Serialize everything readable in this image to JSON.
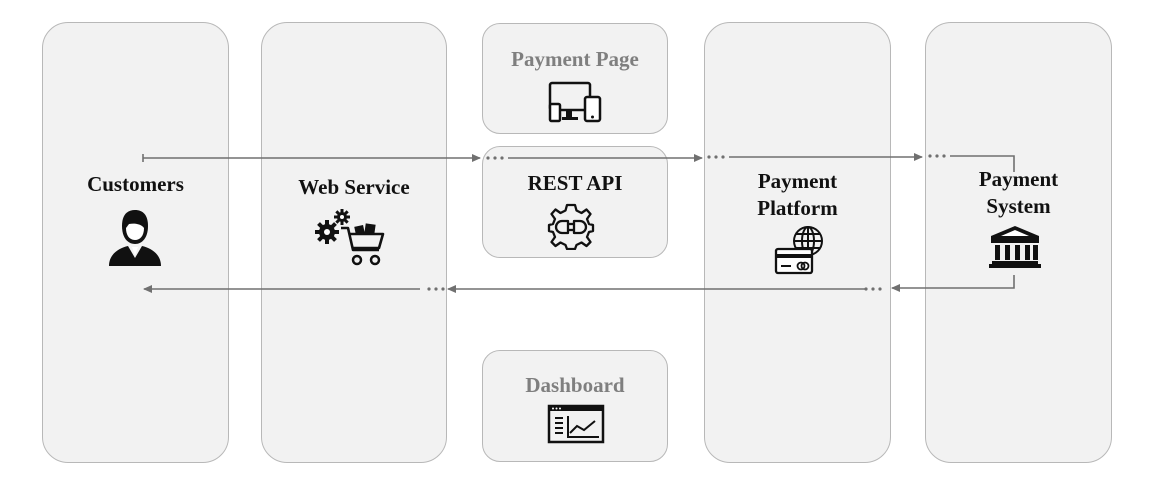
{
  "lanes": {
    "customers": "Customers",
    "web_service": "Web Service",
    "payment_platform": "Payment\nPlatform",
    "payment_system": "Payment\nSystem"
  },
  "boxes": {
    "payment_page": "Payment Page",
    "rest_api": "REST API",
    "dashboard": "Dashboard"
  },
  "icons": {
    "customers": "user-icon",
    "web_service": "gears-cart-icon",
    "payment_page": "devices-icon",
    "rest_api": "plug-gear-icon",
    "dashboard": "dashboard-window-icon",
    "payment_platform": "globe-card-icon",
    "payment_system": "bank-icon"
  },
  "colors": {
    "panel": "#f2f2f2",
    "border": "#b8b8b8",
    "arrow": "#707070",
    "muted_text": "#7f7f7f"
  }
}
